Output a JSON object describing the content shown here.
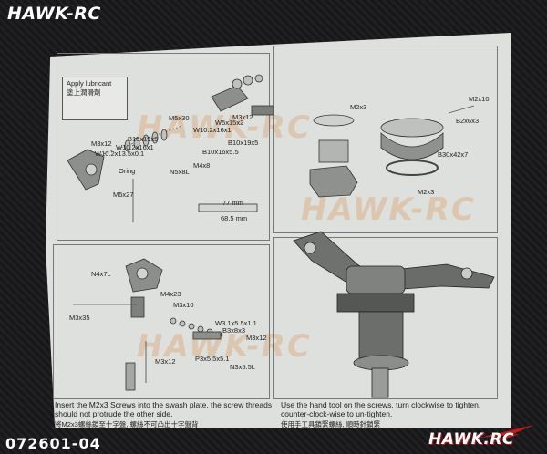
{
  "header": {
    "brand": "HAWK-RC"
  },
  "footer": {
    "sku": "072601-04",
    "logo_text": "HAWK.RC"
  },
  "colors": {
    "background": "#1c1c1e",
    "paper": "#dee0dd",
    "brand_red": "#c31b1b",
    "watermark": "#dc7828"
  },
  "watermark": {
    "text": "HAWK-RC"
  },
  "manual": {
    "top_left": {
      "callout": "Apply lubricant",
      "callout_cn": "塗上潤滑劑",
      "labels": [
        "M3x12",
        "B10x19x5",
        "W10.2x16x1",
        "W10.2x13.5x0.1",
        "Oring",
        "M5x27",
        "M5x30",
        "W5x15x2",
        "M3x12",
        "W10.2x16x1",
        "B10x19x5",
        "B10x16x5.5",
        "N5x8L",
        "M4x8",
        "77 mm",
        "68.5 mm"
      ]
    },
    "top_right": {
      "labels": [
        "M2x3",
        "M2x10",
        "B2x6x3",
        "B30x42x7",
        "M2x3"
      ]
    },
    "bottom_left": {
      "labels": [
        "N4x7L",
        "M4x23",
        "M3x10",
        "M3x35",
        "W3.1x5.5x1.1",
        "B3x8x3",
        "M3x12",
        "M3x12",
        "P3x5.5x5.1",
        "N3x5.5L"
      ],
      "instruction_en": "Insert the M2x3 Screws into the swash plate, the screw threads should not protrude the other side.",
      "instruction_cn": "將M2x3螺絲鎖至十字盤, 螺絲不可凸出十字盤背"
    },
    "bottom_right": {
      "instruction_en": "Use the hand tool on the screws, turn clockwise to tighten, counter-clock-wise to un-tighten.",
      "instruction_cn": "使用手工具鎖緊螺絲, 順時針鎖緊"
    }
  }
}
